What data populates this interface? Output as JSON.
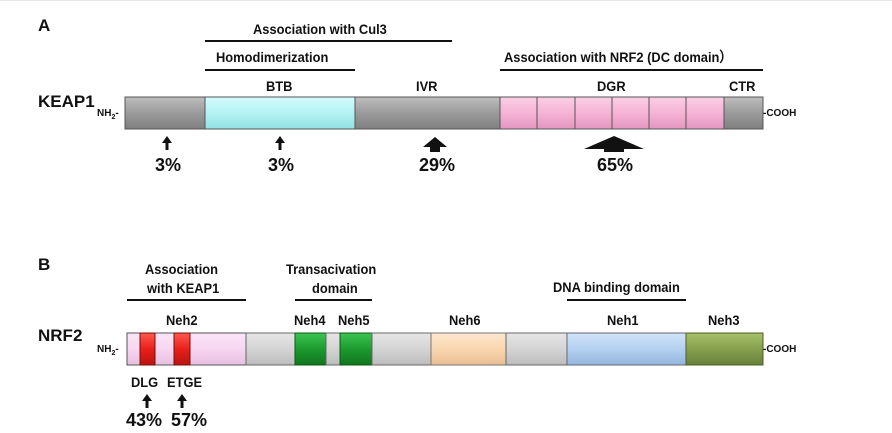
{
  "panel_a": {
    "letter": "A",
    "protein": "KEAP1",
    "n_term": "NH2-",
    "c_term": "-COOH",
    "annotations": {
      "cul3": "Association with Cul3",
      "homodimerization": "Homodimerization",
      "nrf2": "Association with NRF2 (DC domain）"
    },
    "domains": {
      "btb": "BTB",
      "ivr": "IVR",
      "dgr": "DGR",
      "ctr": "CTR"
    },
    "percentages": [
      "3%",
      "3%",
      "29%",
      "65%"
    ]
  },
  "panel_b": {
    "letter": "B",
    "protein": "NRF2",
    "n_term": "NH2-",
    "c_term": "-COOH",
    "annotations": {
      "keap1_line1": "Association",
      "keap1_line2": "with KEAP1",
      "transact_line1": "Transacivation",
      "transact_line2": "domain",
      "dna": "DNA binding domain"
    },
    "domains": {
      "neh2": "Neh2",
      "neh4": "Neh4",
      "neh5": "Neh5",
      "neh6": "Neh6",
      "neh1": "Neh1",
      "neh3": "Neh3"
    },
    "motifs": {
      "dlg": "DLG",
      "etge": "ETGE"
    },
    "percentages": [
      "43%",
      "57%"
    ]
  },
  "colors": {
    "gray_domain": "#9b9b9b",
    "btb": "#b3f3f4",
    "dgr": "#f6b3d6",
    "neh2": "#f7d6f1",
    "motif_red": "#e8201b",
    "neh45_green": "#1c9a2e",
    "neh6": "#fad6b0",
    "neh1": "#b3d0ef",
    "neh3": "#86a04d",
    "linker_light_gray": "#d6d6d6"
  }
}
